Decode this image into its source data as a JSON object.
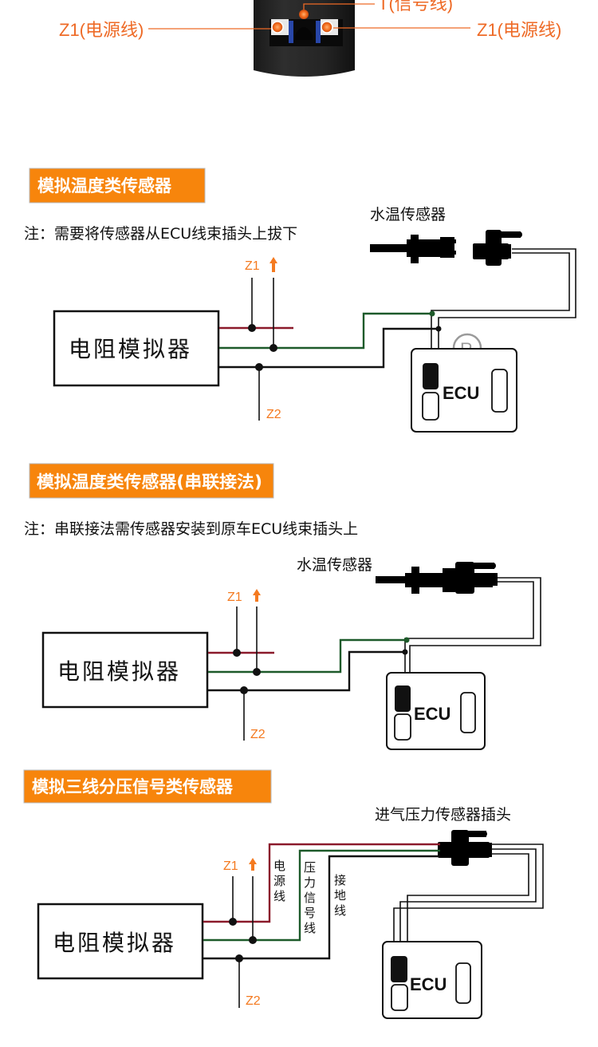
{
  "header_photo": {
    "callouts": [
      {
        "id": "left",
        "text": "Z1(电源线)"
      },
      {
        "id": "top",
        "text": "T(信号线)"
      },
      {
        "id": "right",
        "text": "Z1(电源线)"
      }
    ]
  },
  "colors": {
    "accent_orange": "#f7850c",
    "callout_orange": "#ee6a26",
    "power_wire": "#8b1a2b",
    "signal_wire": "#1d5a2a",
    "ground_wire": "#111111"
  },
  "sections": [
    {
      "title": "模拟温度类传感器",
      "note": "注：需要将传感器从ECU线束插头上拔下",
      "sensor_label": "水温传感器",
      "simulator_label": "电阻模拟器",
      "z1_label": "Z1",
      "z2_label": "Z2",
      "ecu_label": "ECU",
      "registered_mark": "®"
    },
    {
      "title": "模拟温度类传感器(串联接法)",
      "note": "注：串联接法需传感器安装到原车ECU线束插头上",
      "sensor_label": "水温传感器",
      "simulator_label": "电阻模拟器",
      "z1_label": "Z1",
      "z2_label": "Z2",
      "ecu_label": "ECU"
    },
    {
      "title": "模拟三线分压信号类传感器",
      "sensor_label": "进气压力传感器插头",
      "simulator_label": "电阻模拟器",
      "z1_label": "Z1",
      "z2_label": "Z2",
      "ecu_label": "ECU",
      "wire_labels": {
        "power": [
          "电",
          "源",
          "线"
        ],
        "signal": [
          "压",
          "力",
          "信",
          "号",
          "线"
        ],
        "ground": [
          "接",
          "地",
          "线"
        ]
      }
    }
  ]
}
